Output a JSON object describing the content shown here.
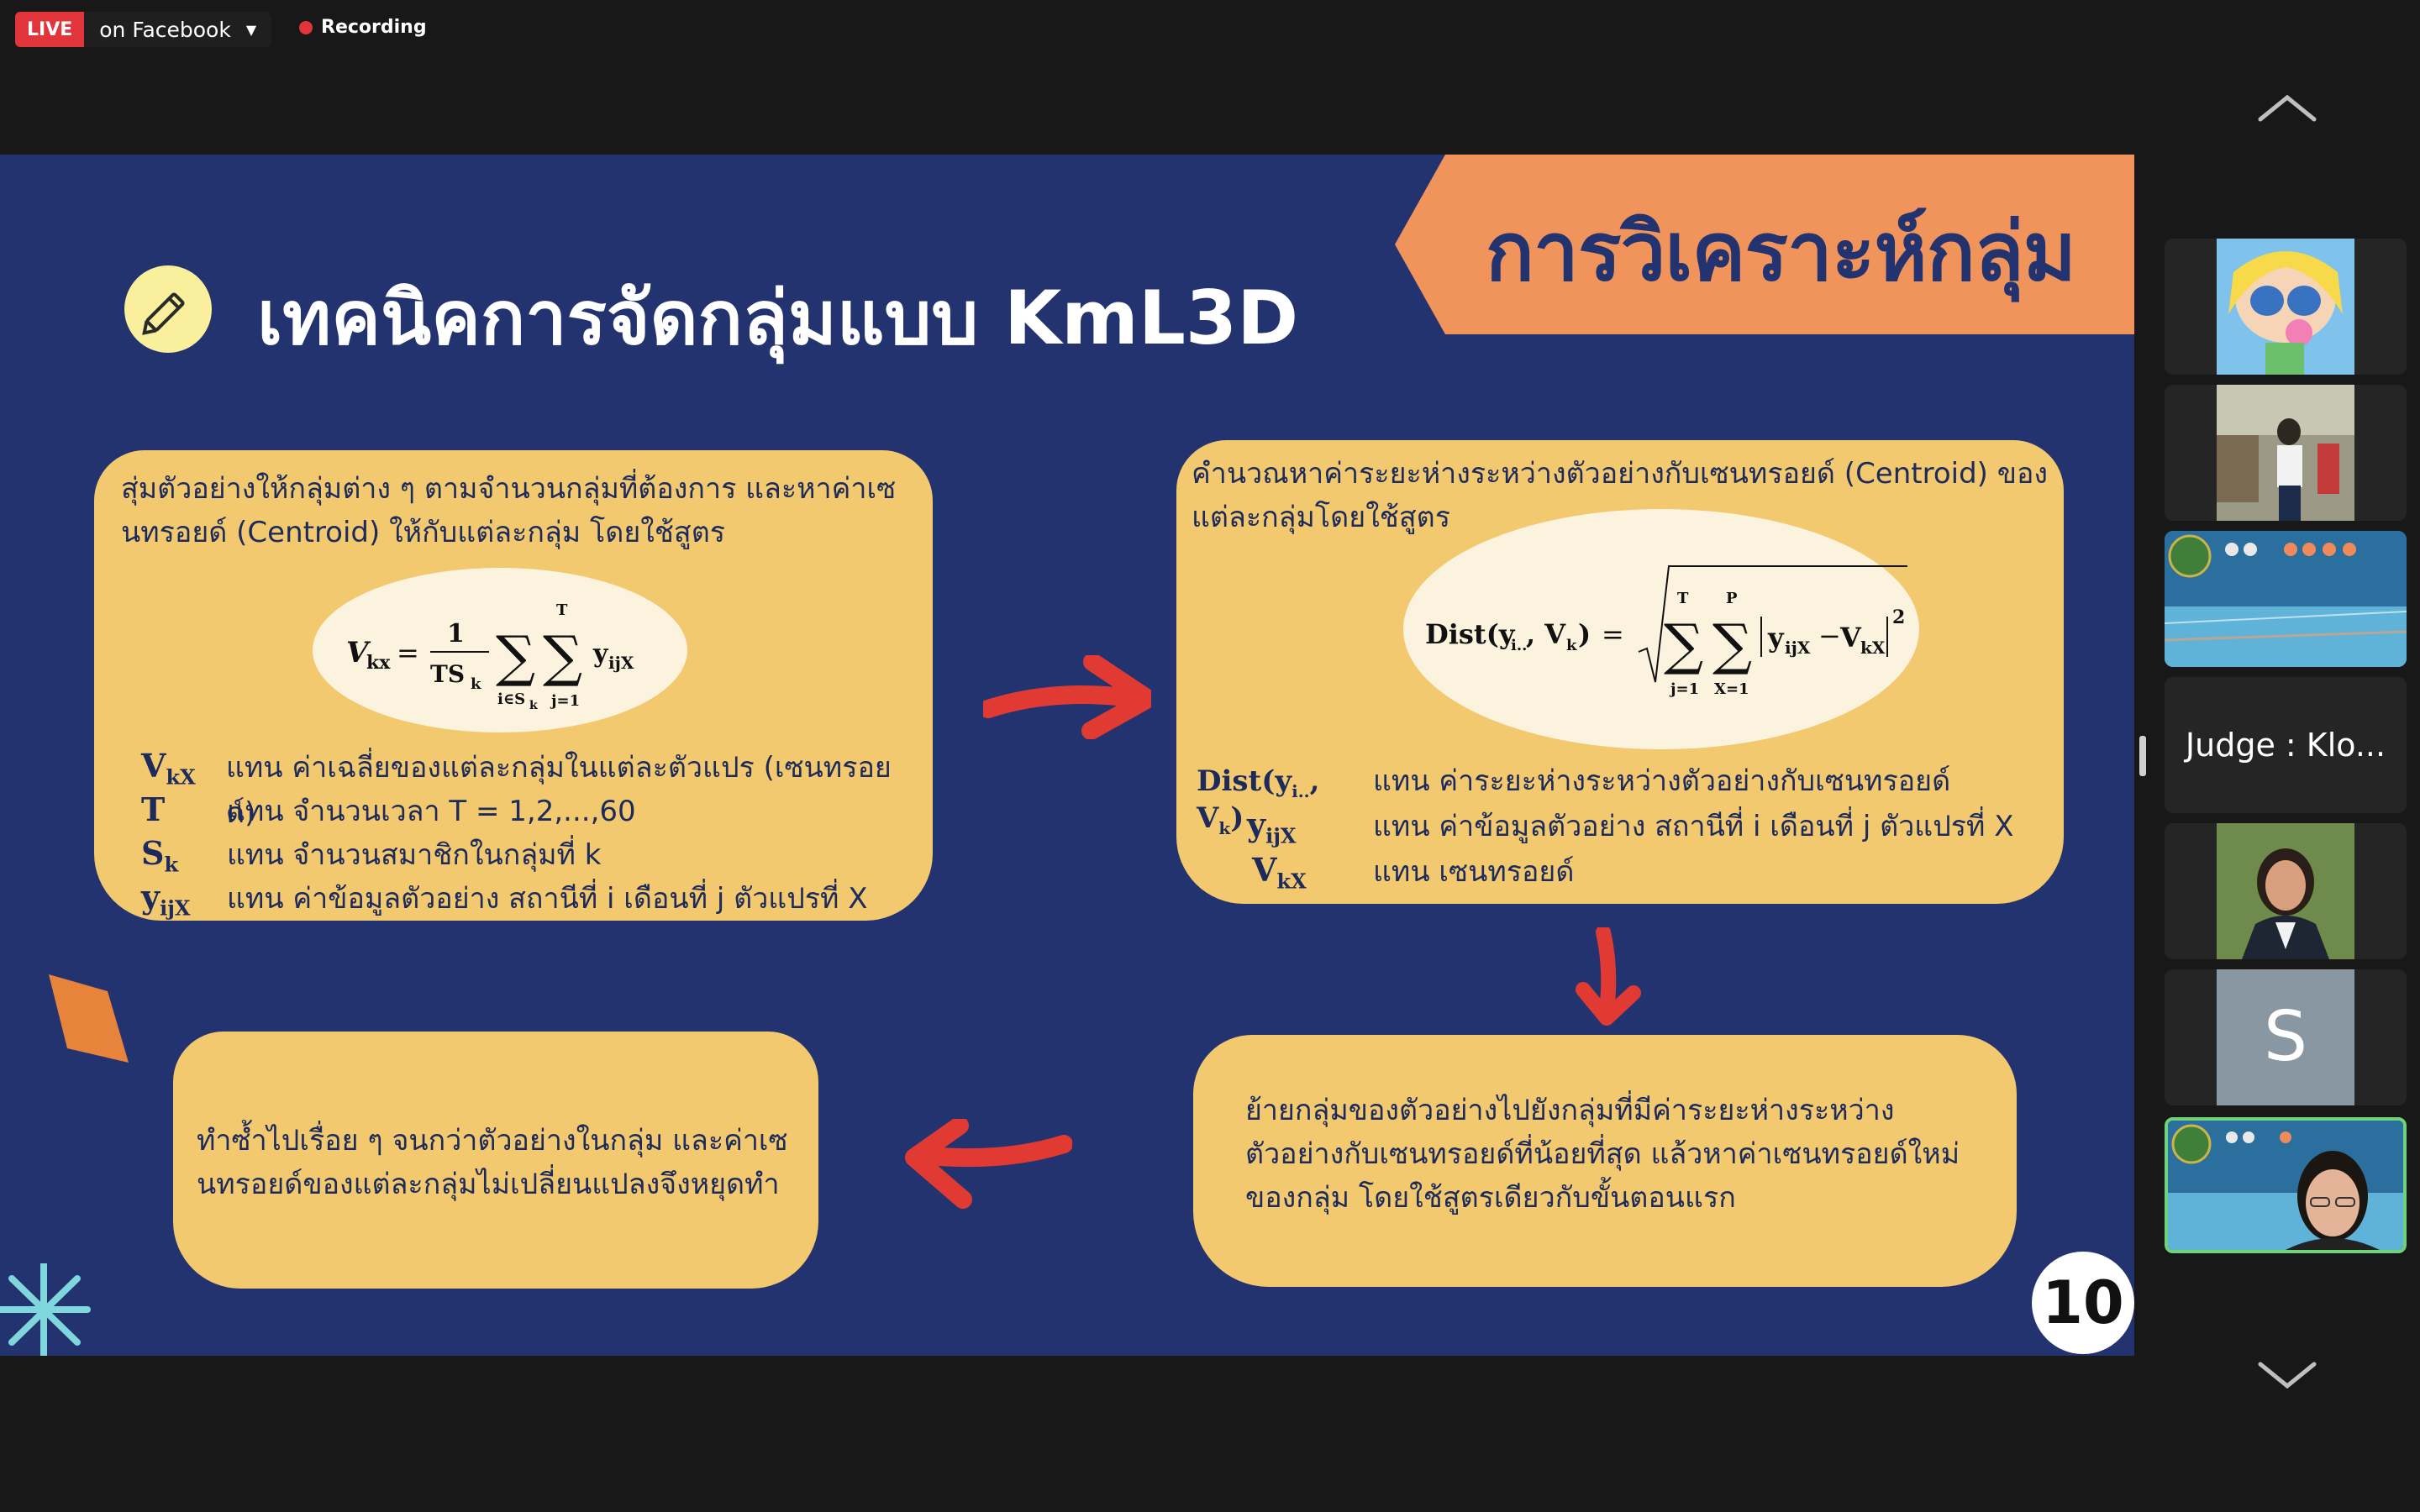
{
  "topbar": {
    "live_label": "LIVE",
    "facebook_label": "on Facebook",
    "recording_label": "Recording"
  },
  "slide": {
    "ribbon_title": "การวิเคราะห์กลุ่ม",
    "title": "เทคนิคการจัดกลุ่มแบบ KmL3D",
    "page_number": "10",
    "step1": {
      "text_line1": "สุ่มตัวอย่างให้กลุ่มต่าง ๆ ตามจำนวนกลุ่มที่ต้องการ และหาค่าเซ",
      "text_line2": "นทรอยด์ (Centroid) ให้กับแต่ละกลุ่ม โดยใช้สูตร",
      "legend": [
        {
          "symbol": "V",
          "sub": "kX",
          "text": "แทน ค่าเฉลี่ยของแต่ละกลุ่มในแต่ละตัวแปร (เซนทรอยด์)"
        },
        {
          "symbol": "T",
          "sub": "",
          "text": "แทน จำนวนเวลา T = 1,2,...,60"
        },
        {
          "symbol": "S",
          "sub": "k",
          "text": "แทน จำนวนสมาชิกในกลุ่มที่ k"
        },
        {
          "symbol": "y",
          "sub": "ijX",
          "text": "แทน ค่าข้อมูลตัวอย่าง สถานีที่ i เดือนที่ j ตัวแปรที่ X"
        }
      ]
    },
    "step2": {
      "text_line1": "คำนวณหาค่าระยะห่างระหว่างตัวอย่างกับเซนทรอยด์ (Centroid) ของ",
      "text_line2": "แต่ละกลุ่มโดยใช้สูตร",
      "legend": [
        {
          "symbol": "Dist(y",
          "sub": "i..",
          "text": "แทน    ค่าระยะห่างระหว่างตัวอย่างกับเซนทรอยด์"
        },
        {
          "symbol": "y",
          "sub": "ijX",
          "text": "แทน    ค่าข้อมูลตัวอย่าง สถานีที่ i เดือนที่ j ตัวแปรที่ X"
        },
        {
          "symbol": "V",
          "sub": "kX",
          "text": "แทน    เซนทรอยด์"
        }
      ]
    },
    "step3": {
      "line1": "ย้ายกลุ่มของตัวอย่างไปยังกลุ่มที่มีค่าระยะห่างระหว่าง",
      "line2": "ตัวอย่างกับเซนทรอยด์ที่น้อยที่สุด แล้วหาค่าเซนทรอยด์ใหม่",
      "line3": "ของกลุ่ม โดยใช้สูตรเดียวกับขั้นตอนแรก"
    },
    "step4": {
      "line1": "ทำซ้ำไปเรื่อย ๆ จนกว่าตัวอย่างในกลุ่ม และค่าเซ",
      "line2": "นทรอยด์ของแต่ละกลุ่มไม่เปลี่ยนแปลงจึงหยุดทำ"
    }
  },
  "participants": [
    {
      "type": "video",
      "icon": "cartoon-avatar"
    },
    {
      "type": "video",
      "icon": "photo-avatar"
    },
    {
      "type": "video",
      "icon": "tech-background-avatar"
    },
    {
      "type": "name",
      "name": "Judge : Klo..."
    },
    {
      "type": "video",
      "icon": "photo-avatar"
    },
    {
      "type": "initial",
      "initial": "S"
    },
    {
      "type": "video",
      "icon": "active-speaker-video"
    }
  ],
  "colors": {
    "slide_bg": "#233370",
    "card": "#f2c96e",
    "ribbon": "#f0945b",
    "arrow": "#e13a33",
    "live": "#e2343b",
    "active_border": "#6fd37a"
  }
}
